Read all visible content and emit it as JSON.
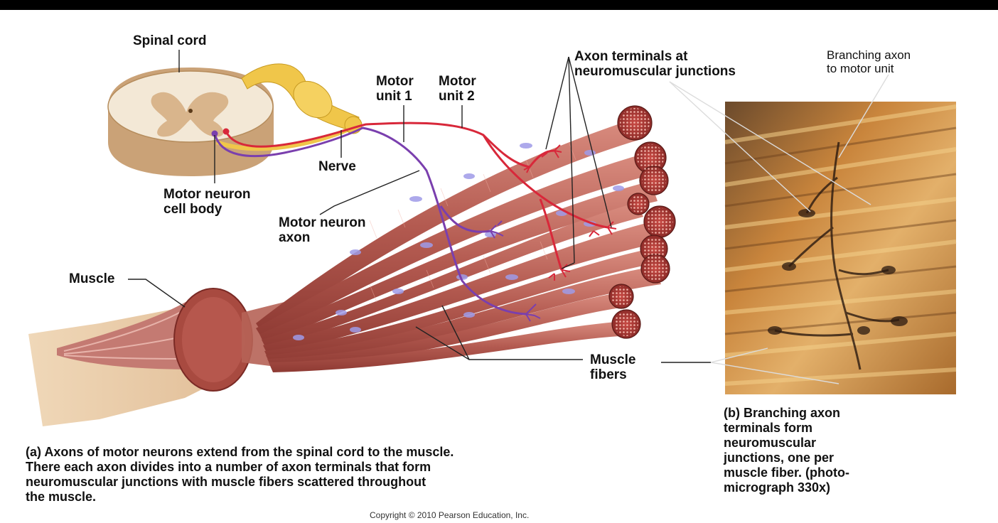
{
  "labels": {
    "spinal_cord": "Spinal cord",
    "motor_unit_1": "Motor\nunit 1",
    "motor_unit_2": "Motor\nunit 2",
    "axon_terminals": "Axon terminals at\nneuromuscular junctions",
    "branching_axon": "Branching axon\nto motor unit",
    "nerve": "Nerve",
    "cell_body": "Motor neuron\ncell body",
    "motor_axon": "Motor neuron\naxon",
    "muscle": "Muscle",
    "muscle_fibers": "Muscle\nfibers"
  },
  "captions": {
    "a": "(a) Axons of motor neurons extend from the spinal cord to the muscle.\n      There each axon divides into a number of axon terminals that form\n      neuromuscular junctions with muscle fibers scattered throughout\n      the muscle.",
    "b": "(b) Branching axon\n      terminals form\n      neuromuscular\n      junctions, one per\n      muscle fiber. (photo-\n      micrograph 330x)"
  },
  "copyright": "Copyright © 2010 Pearson Education, Inc.",
  "colors": {
    "muscle": "#a5463f",
    "fiber_highlight": "#d78a7c",
    "nucleus": "#9f9be8",
    "motor_unit_1_axon": "#7a3fae",
    "motor_unit_2_axon": "#d8283a",
    "nerve": "#f0c64a",
    "spinal_white": "#f3e8d6",
    "spinal_gray": "#d9b58c"
  }
}
